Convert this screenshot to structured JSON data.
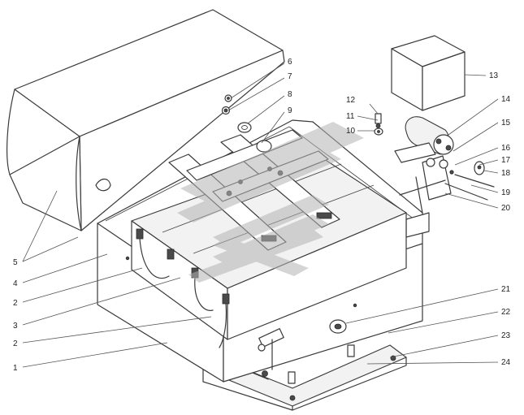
{
  "callouts": {
    "c1": "1",
    "c2a": "2",
    "c2b": "2",
    "c3": "3",
    "c4": "4",
    "c5": "5",
    "c6": "6",
    "c7": "7",
    "c8": "8",
    "c9": "9",
    "c10": "10",
    "c11": "11",
    "c12": "12",
    "c13": "13",
    "c14": "14",
    "c15": "15",
    "c16": "16",
    "c17": "17",
    "c18": "18",
    "c19": "19",
    "c20": "20",
    "c21": "21",
    "c22": "22",
    "c23": "23",
    "c24": "24"
  },
  "colors": {
    "outline": "#3a3a3a",
    "watermark": "#b4b4b4",
    "background": "#ffffff"
  },
  "icons": {
    "watermark": "stylized-logo-watermark"
  }
}
